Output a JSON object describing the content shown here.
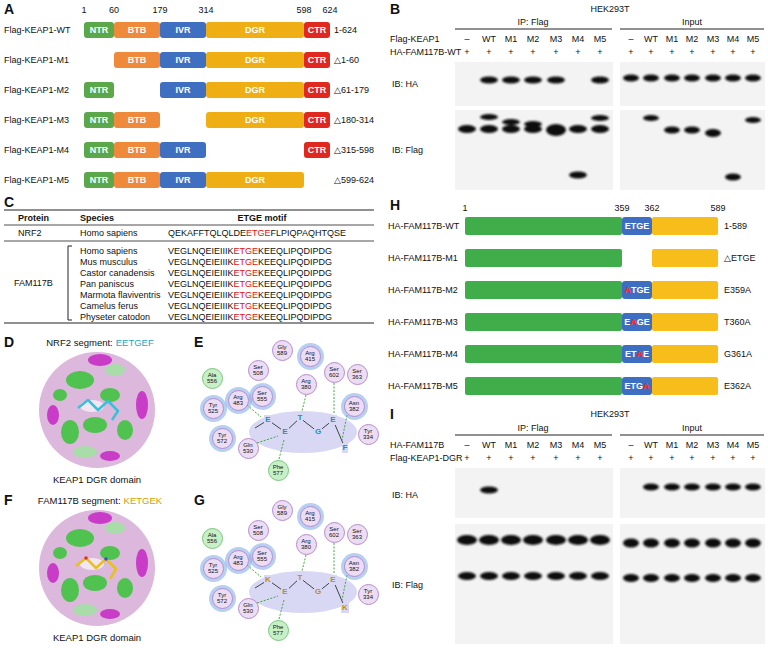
{
  "diagram": {
    "nodes": [
      {
        "text": [
          "NTR"
        ]
      },
      {
        "text": [
          "BTB"
        ]
      },
      {
        "text": [
          "IVR"
        ]
      },
      {
        "text": [
          "DGR"
        ]
      },
      {
        "text": [
          "CTR"
        ]
      },
      {
        "text": [
          "BTB"
        ]
      },
      {
        "text": [
          "IVR"
        ]
      },
      {
        "text": [
          "DGR"
        ]
      },
      {
        "text": [
          "CTR"
        ]
      },
      {
        "text": [
          "NTR"
        ]
      },
      {
        "text": [
          "IVR"
        ]
      },
      {
        "text": [
          "DGR"
        ]
      },
      {
        "text": [
          "CTR"
        ]
      },
      {
        "text": [
          "NTR"
        ]
      },
      {
        "text": [
          "BTB"
        ]
      },
      {
        "text": [
          "DGR"
        ]
      },
      {
        "text": [
          "CTR"
        ]
      },
      {
        "text": [
          "NTR"
        ]
      },
      {
        "text": [
          "BTB"
        ]
      },
      {
        "text": [
          "IVR"
        ]
      },
      {
        "text": [
          "CTR"
        ]
      },
      {
        "text": [
          "NTR"
        ]
      },
      {
        "text": [
          "BTB"
        ]
      },
      {
        "text": [
          "IVR"
        ]
      },
      {
        "text": [
          "DGR"
        ]
      },
      {
        "text": [
          "Gly 589"
        ]
      },
      {
        "text": [
          "Arg 415"
        ]
      },
      {
        "text": [
          "Ser 508"
        ]
      },
      {
        "text": [
          "Ala 556"
        ]
      },
      {
        "text": [
          "Ser 602"
        ]
      },
      {
        "text": [
          "Ser 363"
        ]
      },
      {
        "text": [
          "Arg 380"
        ]
      },
      {
        "text": [
          "Arg 483"
        ]
      },
      {
        "text": [
          "Ser 555"
        ]
      },
      {
        "text": [
          "Tyr 525"
        ]
      },
      {
        "text": [
          "Asn 382"
        ]
      },
      {
        "text": [
          "Tyr 334"
        ]
      },
      {
        "text": [
          "Tyr 572"
        ]
      },
      {
        "text": [
          "Gln 530"
        ]
      },
      {
        "text": [
          "Phe 577"
        ]
      },
      {
        "text": [
          "Gly 589"
        ]
      },
      {
        "text": [
          "Arg 415"
        ]
      },
      {
        "text": [
          "Ser 508"
        ]
      },
      {
        "text": [
          "Ala 556"
        ]
      },
      {
        "text": [
          "Ser 602"
        ]
      },
      {
        "text": [
          "Ser 363"
        ]
      },
      {
        "text": [
          "Arg 380"
        ]
      },
      {
        "text": [
          "Arg 483"
        ]
      },
      {
        "text": [
          "Ser 555"
        ]
      },
      {
        "text": [
          "Tyr 525"
        ]
      },
      {
        "text": [
          "Asn 382"
        ]
      },
      {
        "text": [
          "Tyr 334"
        ]
      },
      {
        "text": [
          "Tyr 572"
        ]
      },
      {
        "text": [
          "Gln 530"
        ]
      },
      {
        "text": [
          "Phe 577"
        ]
      },
      {
        "text": [
          "ETGE"
        ]
      },
      {
        "text": [
          "A",
          "TGE"
        ]
      },
      {
        "text": [
          "E",
          "A",
          "GE"
        ]
      },
      {
        "text": [
          "ET",
          "A",
          "E"
        ]
      },
      {
        "text": [
          "ETG",
          "A"
        ]
      }
    ],
    "labels": [
      "A",
      "1",
      "60",
      "179",
      "314",
      "598",
      "624",
      "Flag-KEAP1-WT",
      "1-624",
      "Flag-KEAP1-M1",
      "△1-60",
      "Flag-KEAP1-M2",
      "△61-179",
      "Flag-KEAP1-M3",
      "△180-314",
      "Flag-KEAP1-M4",
      "△315-598",
      "Flag-KEAP1-M5",
      "△599-624",
      "B",
      "HEK293T",
      "IP: Flag",
      "Input",
      "Flag-KEAP1",
      "–",
      "WT",
      "M1",
      "M2",
      "M3",
      "M4",
      "M5",
      "–",
      "WT",
      "M1",
      "M2",
      "M3",
      "M4",
      "M5",
      "HA-FAM117B-WT",
      "+",
      "+",
      "+",
      "+",
      "+",
      "+",
      "+",
      "+",
      "+",
      "+",
      "+",
      "+",
      "+",
      "+",
      "IB: HA",
      "IB: Flag",
      "C",
      "Protein",
      "Species",
      "ETGE motif",
      "NRF2",
      "Homo sapiens",
      "QEKAFFTQLQLDE",
      "ETGE",
      "FLPIQPAQHTQSE",
      "FAM117B",
      "Homo sapiens",
      "VEGLNQEIEIIIK",
      "ETGE",
      "KEEQLIPQDIPDG",
      "Mus musculus",
      "VEGLNQEIEIIIK",
      "ETGE",
      "KEEQLIPQDIPDG",
      "Castor canadensis",
      "VEGLNQEIEIIIK",
      "ETGE",
      "KEEQLIPQDIPDG",
      "Pan paniscus",
      "VEGLNQEIEIIIK",
      "ETGE",
      "KEEQLIPQDIPDG",
      "Marmota flaviventris",
      "VEGLNQEIEIIIK",
      "ETGE",
      "KEEQLIPQDIPDG",
      "Camelus ferus",
      "VEGLNQEIEIIIK",
      "ETGE",
      "KEEQLIPQDIPDG",
      "Physeter catodon",
      "VEGLNQEIEIIIK",
      "ETGE",
      "KEEQLIPQDIPDG",
      "D",
      "NRF2 segment:",
      "EETGEF",
      "KEAP1 DGR domain",
      "E",
      "E",
      "E",
      "T",
      "G",
      "E",
      "F",
      "F",
      "FAM117B segment:",
      "KETGEK",
      "KEAP1 DGR domain",
      "G",
      "K",
      "E",
      "T",
      "G",
      "E",
      "K",
      "H",
      "1",
      "359",
      "362",
      "589",
      "HA-FAM117B-WT",
      "1-589",
      "HA-FAM117B-M1",
      "△ETGE",
      "HA-FAM117B-M2",
      "E359A",
      "HA-FAM117B-M3",
      "T360A",
      "HA-FAM117B-M4",
      "G361A",
      "HA-FAM117B-M5",
      "E362A",
      "I",
      "HEK293T",
      "IP: Flag",
      "Input",
      "HA-FAM117B",
      "–",
      "WT",
      "M1",
      "M2",
      "M3",
      "M4",
      "M5",
      "–",
      "WT",
      "M1",
      "M2",
      "M3",
      "M4",
      "M5",
      "Flag-KEAP1-DGR",
      "+",
      "+",
      "+",
      "+",
      "+",
      "+",
      "+",
      "+",
      "+",
      "+",
      "+",
      "+",
      "+",
      "+",
      "IB: HA",
      "IB: Flag"
    ]
  }
}
